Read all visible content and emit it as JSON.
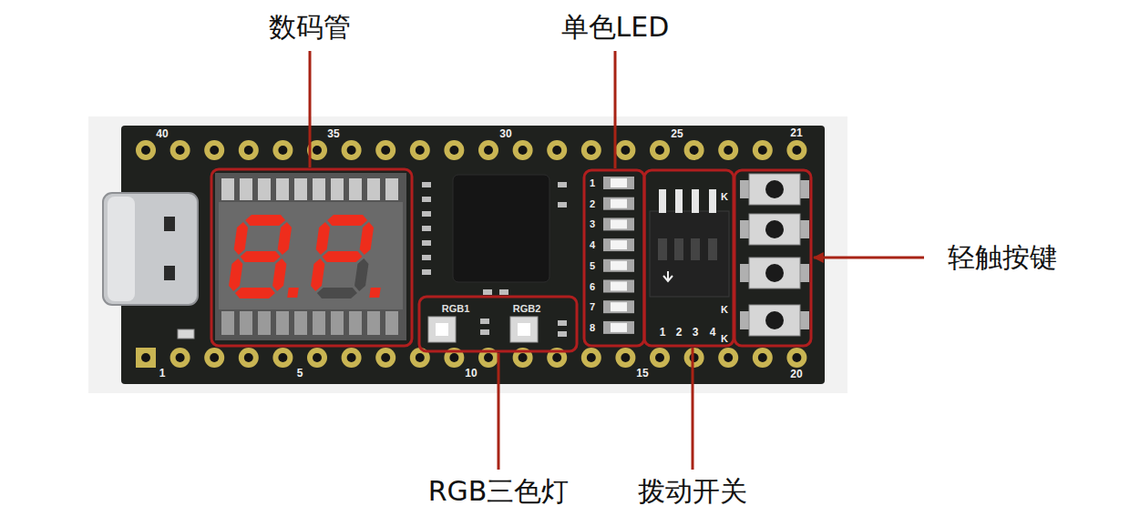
{
  "diagram": {
    "labels": [
      "数码管",
      "单色LED",
      "轻触按键",
      "RGB三色灯",
      "拨动开关",
      "40",
      "35",
      "30",
      "25",
      "21",
      "1",
      "5",
      "10",
      "15",
      "20",
      "1",
      "2",
      "3",
      "4",
      "5",
      "6",
      "7",
      "8",
      "RGB1",
      "RGB2",
      "1",
      "2",
      "3",
      "4",
      "K",
      "K",
      "K"
    ]
  }
}
